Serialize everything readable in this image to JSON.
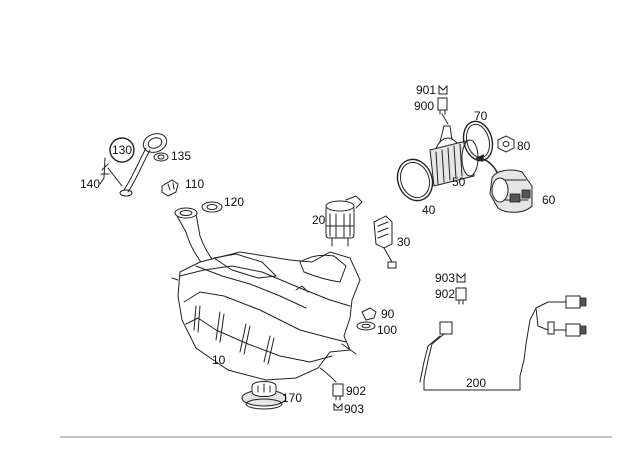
{
  "labels": {
    "p10": "10",
    "p20": "20",
    "p30": "30",
    "p40": "40",
    "p50": "50",
    "p60": "60",
    "p70": "70",
    "p80": "80",
    "p90": "90",
    "p100": "100",
    "p110": "110",
    "p120": "120",
    "p130": "130",
    "p135": "135",
    "p140": "140",
    "p170": "170",
    "p200": "200",
    "p900": "900",
    "p901": "901",
    "p902a": "902",
    "p903a": "903",
    "p902b": "902",
    "p903b": "903"
  }
}
